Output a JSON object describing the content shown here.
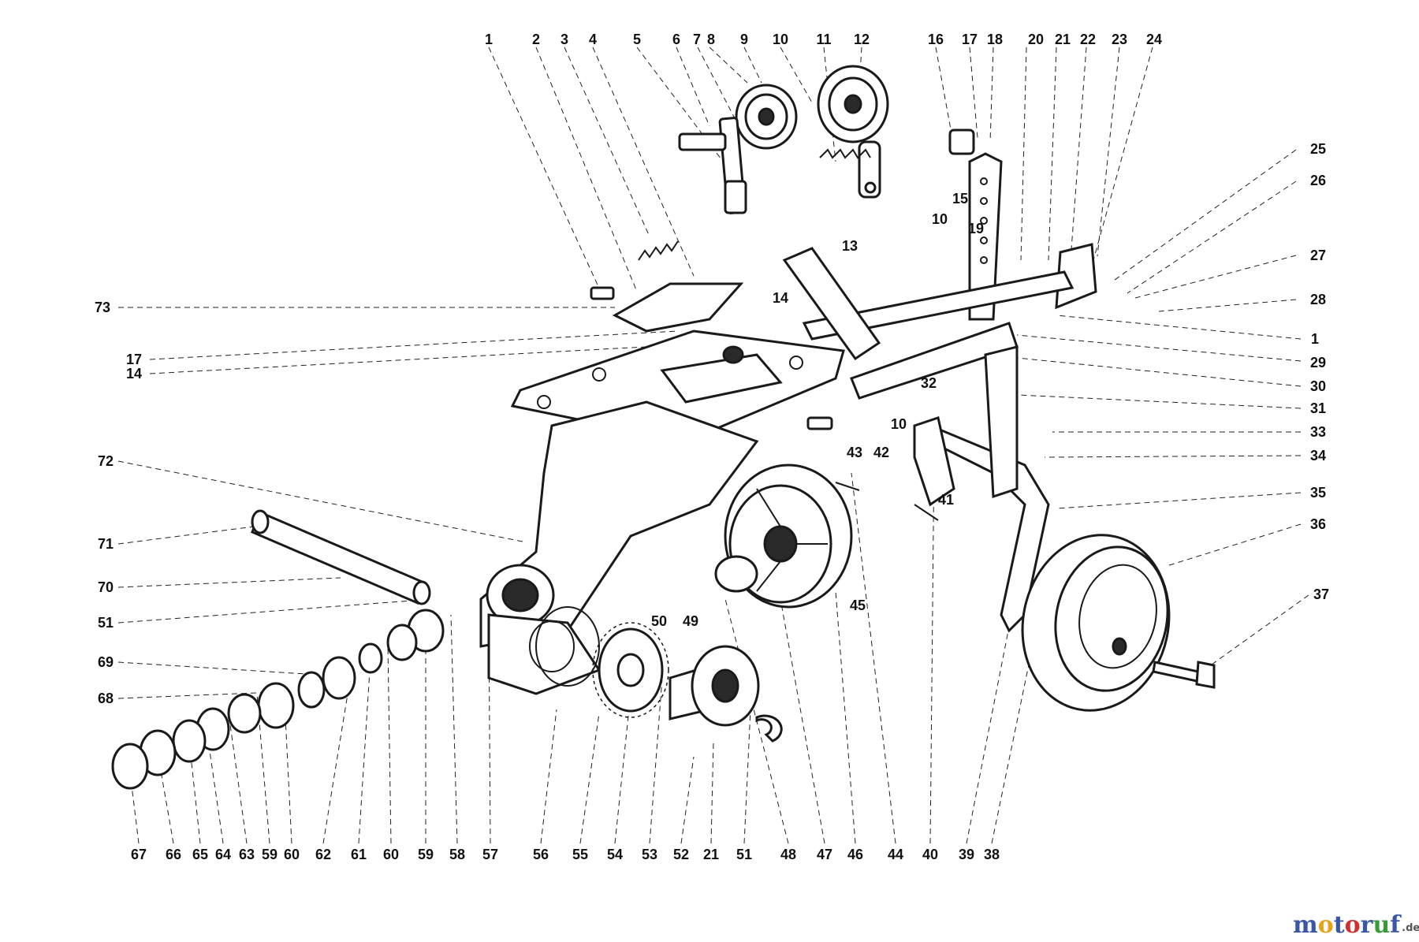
{
  "diagram": {
    "type": "exploded-parts-diagram",
    "callouts_top": [
      "1",
      "2",
      "3",
      "4",
      "5",
      "6",
      "7",
      "8",
      "9",
      "10",
      "11",
      "12",
      "16",
      "17",
      "18",
      "20",
      "21",
      "22",
      "23",
      "24"
    ],
    "callouts_right": [
      "25",
      "26",
      "27",
      "28",
      "1",
      "29",
      "30",
      "31",
      "33",
      "34",
      "35",
      "36",
      "37"
    ],
    "callouts_left": [
      "73",
      "17",
      "14",
      "72",
      "71",
      "70",
      "51",
      "69",
      "68"
    ],
    "callouts_bottom": [
      "67",
      "66",
      "65",
      "64",
      "63",
      "59",
      "60",
      "62",
      "61",
      "60",
      "59",
      "58",
      "57",
      "56",
      "55",
      "54",
      "53",
      "52",
      "21",
      "51",
      "48",
      "47",
      "46",
      "44",
      "40",
      "39",
      "38"
    ],
    "callouts_inner": [
      "15",
      "10",
      "19",
      "13",
      "14",
      "32",
      "10",
      "42",
      "43",
      "41",
      "45",
      "50",
      "49"
    ]
  },
  "watermark": {
    "brand_main": "motoruf",
    "brand_suffix": ".de",
    "colors": {
      "m": "#3a56a6",
      "o1": "#e8a21a",
      "t": "#3a56a6",
      "o2": "#d03030",
      "r": "#3a56a6",
      "u": "#3a9a3a",
      "f": "#3a56a6"
    }
  }
}
